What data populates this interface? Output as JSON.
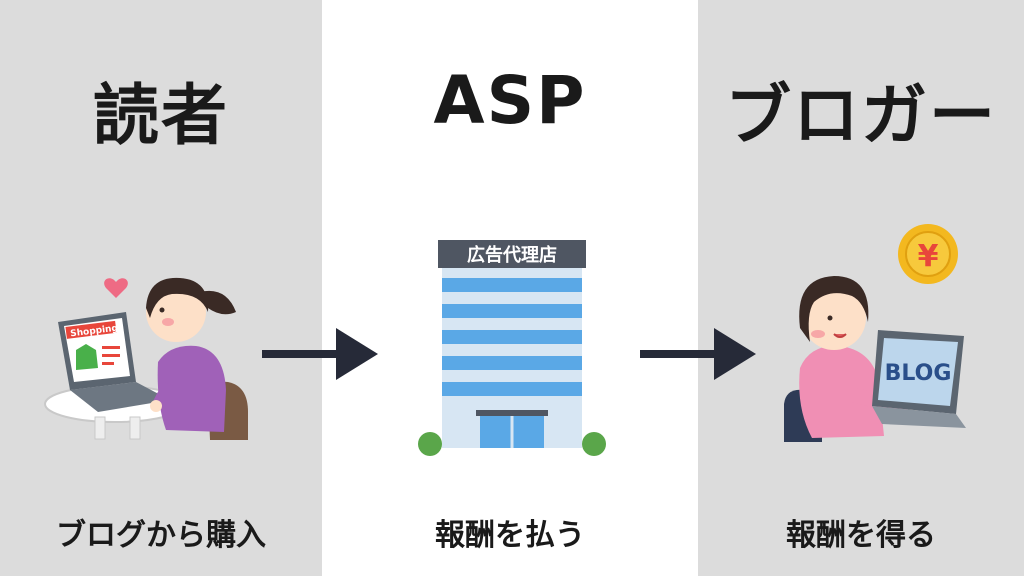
{
  "columns": {
    "reader": {
      "title": "読者",
      "caption": "ブログから購入"
    },
    "asp": {
      "title": "ASP",
      "caption": "報酬を払う"
    },
    "blogger": {
      "title": "ブロガー",
      "caption": "報酬を得る"
    }
  },
  "illustrations": {
    "shopping_screen": "Shopping",
    "building_sign": "広告代理店",
    "blog_screen": "BLOG",
    "coin_symbol": "¥"
  },
  "colors": {
    "panel_gray": "#dcdcdc",
    "arrow": "#262a38",
    "coin": "#f3b81f",
    "building": "#5aa8e6"
  }
}
